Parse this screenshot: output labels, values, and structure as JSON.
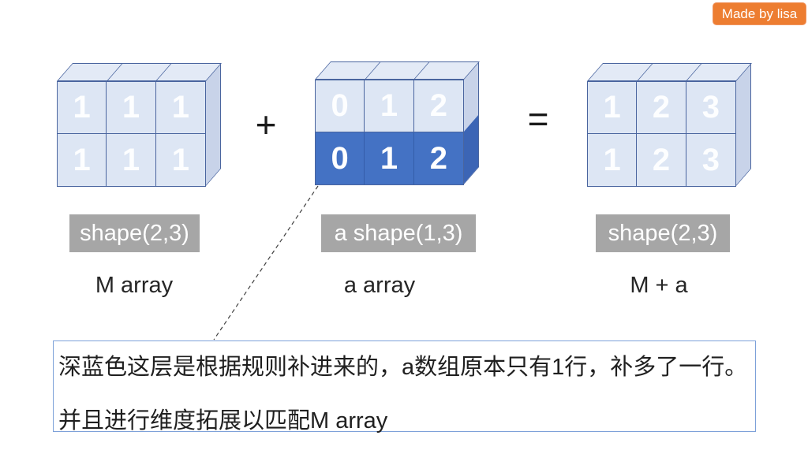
{
  "badge": {
    "label": "Made by lisa"
  },
  "operators": {
    "plus": "+",
    "equals": "="
  },
  "arrays": {
    "m": {
      "caption": "M array",
      "shape_label": "shape(2,3)",
      "rows": [
        [
          "1",
          "1",
          "1"
        ],
        [
          "1",
          "1",
          "1"
        ]
      ]
    },
    "a": {
      "caption": "a array",
      "shape_label": "a shape(1,3)",
      "rows": [
        [
          "0",
          "1",
          "2"
        ],
        [
          "0",
          "1",
          "2"
        ]
      ]
    },
    "sum": {
      "caption": "M + a",
      "shape_label": "shape(2,3)",
      "rows": [
        [
          "1",
          "2",
          "3"
        ],
        [
          "1",
          "2",
          "3"
        ]
      ]
    }
  },
  "note": {
    "line1": "深蓝色这层是根据规则补进来的，a数组原本只有1行，补多了一行。",
    "line2": "并且进行维度拓展以匹配M array"
  },
  "colors": {
    "badge_orange": "#ed7d31",
    "cell_light": "#dde6f4",
    "cell_dark": "#4472c4",
    "border_blue": "#4a659f",
    "label_gray": "#a6a6a6",
    "note_border_blue": "#7da1d9"
  }
}
